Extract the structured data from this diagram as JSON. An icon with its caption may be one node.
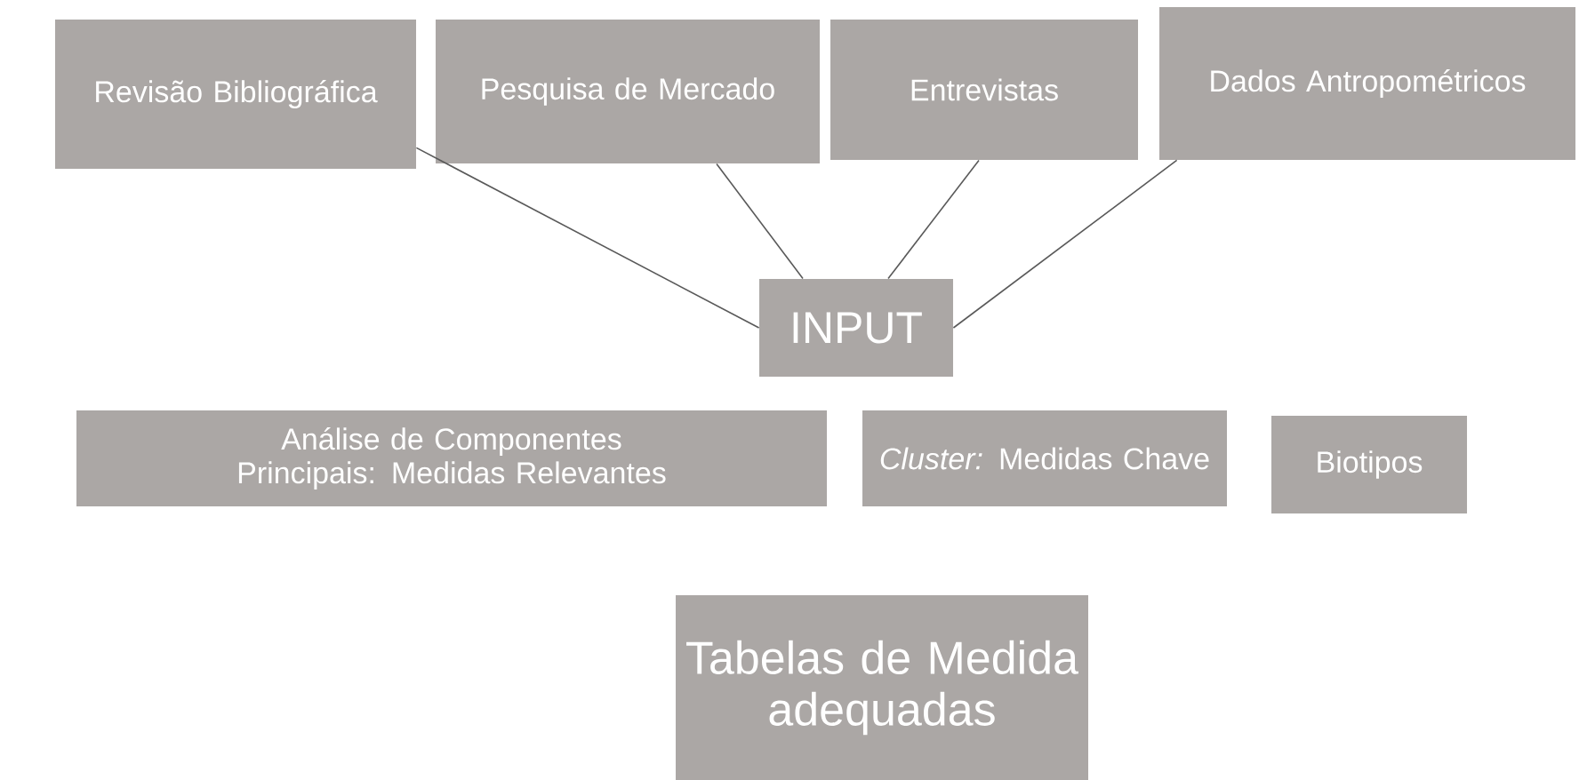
{
  "diagram": {
    "nodes": [
      {
        "text": [
          "Revisão Bibliográfica"
        ]
      },
      {
        "text": [
          "Pesquisa de Mercado"
        ]
      },
      {
        "text": [
          "Entrevistas"
        ]
      },
      {
        "text": [
          "Dados Antropométricos"
        ]
      },
      {
        "text": [
          "INPUT"
        ]
      },
      {
        "text": [
          "Análise de Componentes Principais: Medidas Relevantes"
        ]
      },
      {
        "text": [
          "*Cluster:* Medidas Chave"
        ]
      },
      {
        "text": [
          "Biotipos"
        ]
      },
      {
        "text": [
          "Tabelas de Medida adequadas"
        ]
      }
    ],
    "edges": [
      {
        "from": 0,
        "to": 4,
        "arrow": "none"
      },
      {
        "from": 1,
        "to": 4,
        "arrow": "none"
      },
      {
        "from": 2,
        "to": 4,
        "arrow": "none"
      },
      {
        "from": 3,
        "to": 4,
        "arrow": "none"
      }
    ]
  }
}
